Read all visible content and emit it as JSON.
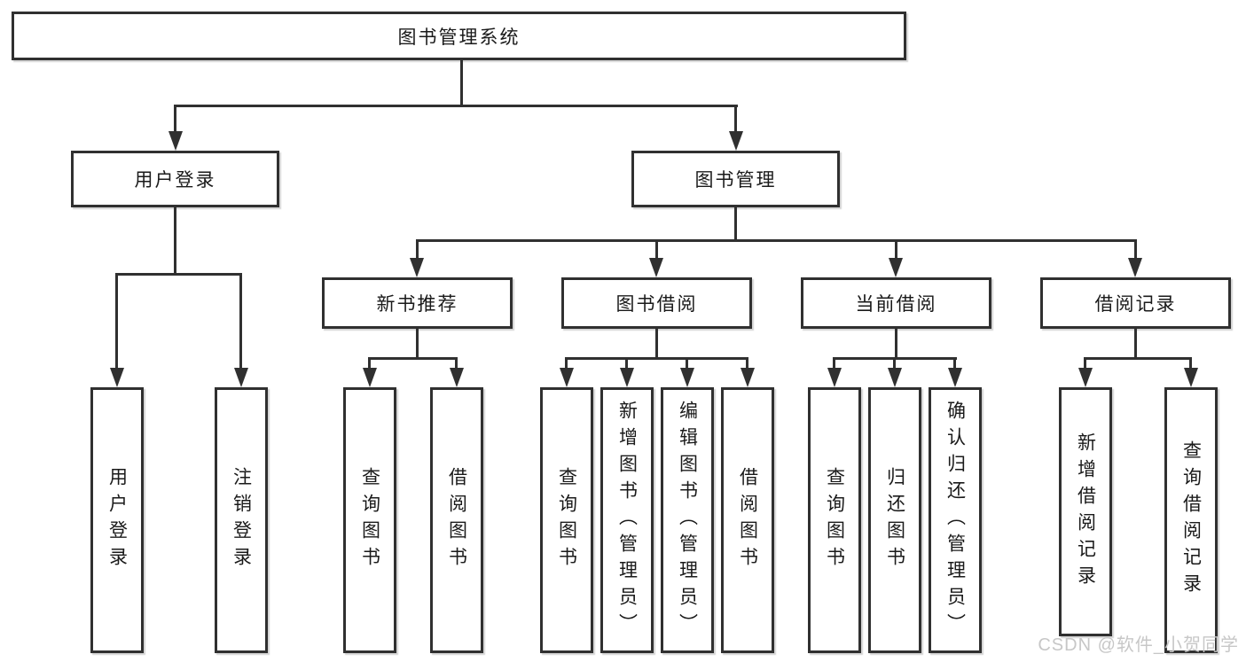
{
  "diagram": {
    "root": {
      "label": "图书管理系统"
    },
    "branches": [
      {
        "label": "用户登录",
        "children": [
          {
            "label": "用户登录"
          },
          {
            "label": "注销登录"
          }
        ]
      },
      {
        "label": "图书管理",
        "groups": [
          {
            "label": "新书推荐",
            "children": [
              {
                "label": "查询图书"
              },
              {
                "label": "借阅图书"
              }
            ]
          },
          {
            "label": "图书借阅",
            "children": [
              {
                "label": "查询图书"
              },
              {
                "label": "新增图书（管理员）"
              },
              {
                "label": "编辑图书（管理员）"
              },
              {
                "label": "借阅图书"
              }
            ]
          },
          {
            "label": "当前借阅",
            "children": [
              {
                "label": "查询图书"
              },
              {
                "label": "归还图书"
              },
              {
                "label": "确认归还（管理员）"
              }
            ]
          },
          {
            "label": "借阅记录",
            "children": [
              {
                "label": "新增借阅记录"
              },
              {
                "label": "查询借阅记录"
              }
            ]
          }
        ]
      }
    ]
  },
  "watermark": {
    "text": "CSDN @软件_小贺同学"
  },
  "colors": {
    "line": "#303030",
    "box_border": "#303030",
    "background": "#ffffff",
    "text": "#1a1a1a",
    "watermark": "#c7c7c7"
  }
}
